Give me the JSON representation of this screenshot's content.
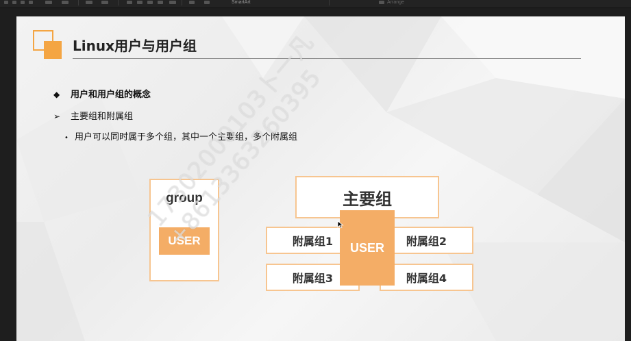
{
  "toolbar": {
    "smartart_label": "SmartArt",
    "right_label": "Arrange"
  },
  "slide": {
    "title": "Linux用户与用户组",
    "bullets": [
      {
        "marker": "◆",
        "text": "用户和用户组的概念"
      },
      {
        "marker": "➢",
        "text": "主要组和附属组"
      },
      {
        "marker": "•",
        "text": "用户可以同时属于多个组，其中一个主要组，多个附属组"
      }
    ],
    "diagram": {
      "group_label": "group",
      "user_small": "USER",
      "primary_group": "主要组",
      "secondary_groups": [
        "附属组1",
        "附属组2",
        "附属组3",
        "附属组4"
      ],
      "user_big": "USER"
    },
    "watermark": [
      "17302000103卜一凡",
      "+8613363260395"
    ]
  },
  "colors": {
    "accent": "#f4a543",
    "user_fill": "#f4ad66",
    "box_border": "#f7c590"
  }
}
